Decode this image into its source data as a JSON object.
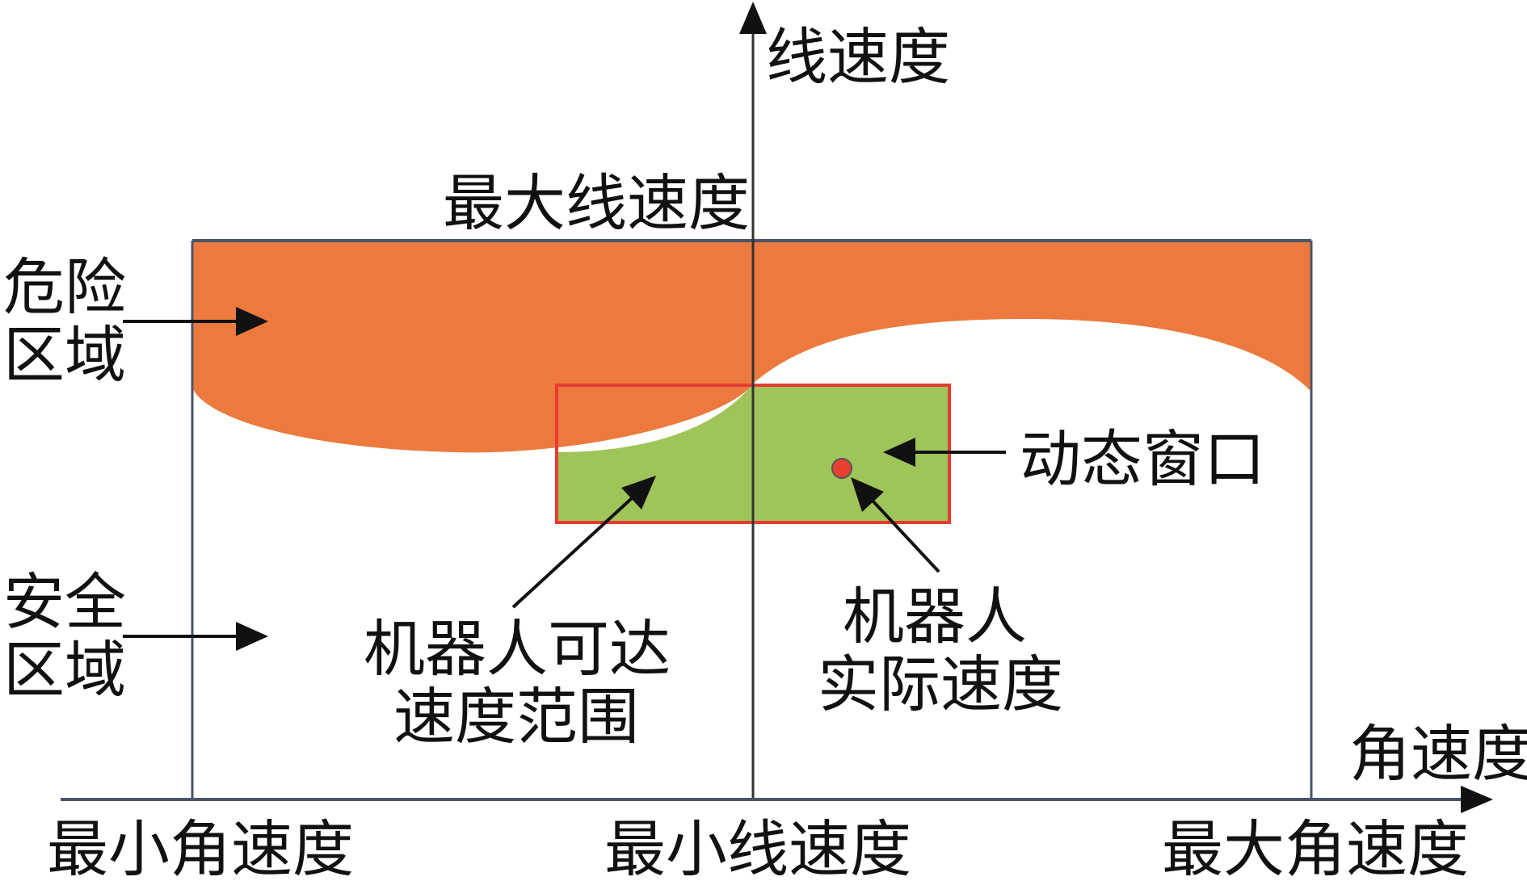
{
  "axes": {
    "y_label": "线速度",
    "x_label": "角速度"
  },
  "labels": {
    "max_linear_speed": "最大线速度",
    "min_linear_speed": "最小线速度",
    "min_angular_speed": "最小角速度",
    "max_angular_speed": "最大角速度",
    "danger_zone_line1": "危险",
    "danger_zone_line2": "区域",
    "safe_zone_line1": "安全",
    "safe_zone_line2": "区域",
    "dynamic_window": "动态窗口",
    "reachable_range_line1": "机器人可达",
    "reachable_range_line2": "速度范围",
    "actual_speed_line1": "机器人",
    "actual_speed_line2": "实际速度"
  },
  "colors": {
    "danger_fill": "#ec7a3e",
    "window_fill": "#9fc55a",
    "window_border": "#e63b32",
    "actual_speed_point": "#e8412f",
    "axis": "#333333",
    "boundary": "#4a5568"
  }
}
